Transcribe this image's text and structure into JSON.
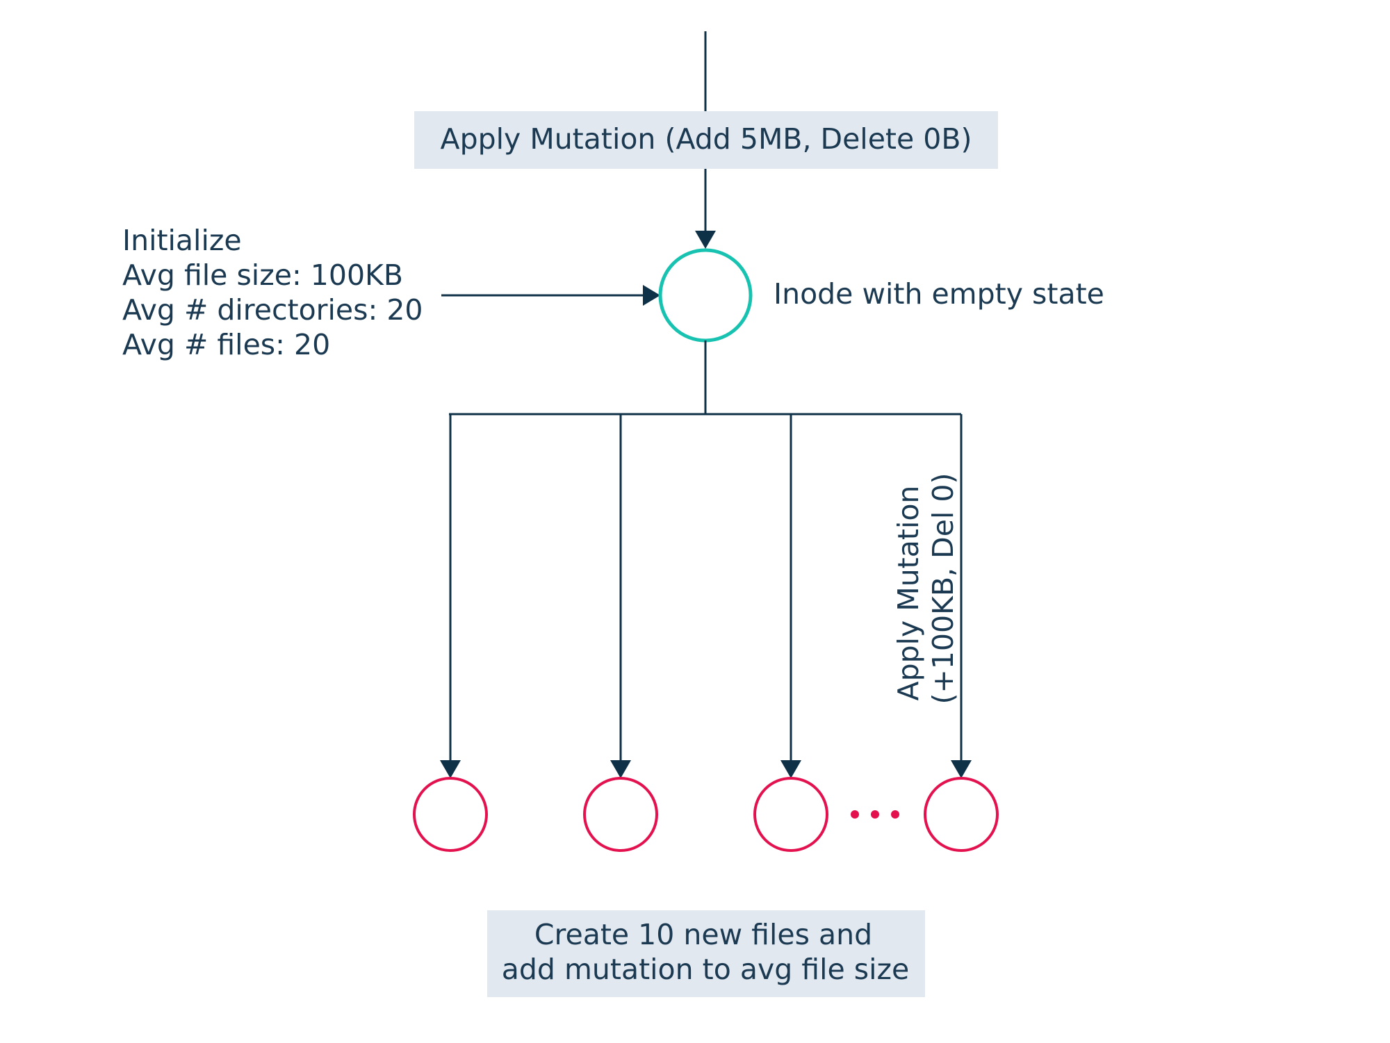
{
  "top_box": {
    "text": "Apply Mutation (Add 5MB, Delete 0B)"
  },
  "initialize": {
    "lines": [
      "Initialize",
      "Avg file size: 100KB",
      "Avg # directories: 20",
      "Avg # files: 20"
    ]
  },
  "root_node": {
    "label": "Inode with empty state"
  },
  "branch_label": {
    "lines": [
      "Apply Mutation",
      "(+100KB, Del 0)"
    ]
  },
  "bottom_box": {
    "lines": [
      "Create 10 new files and",
      "add mutation to avg file size"
    ]
  },
  "children": {
    "count_shown": 4,
    "ellipsis": "…"
  },
  "colors": {
    "line": "#0f3148",
    "text": "#1b3a52",
    "box_fill": "#e2e8f0",
    "root_node": "#18c2b0",
    "child_node": "#e3124f"
  }
}
